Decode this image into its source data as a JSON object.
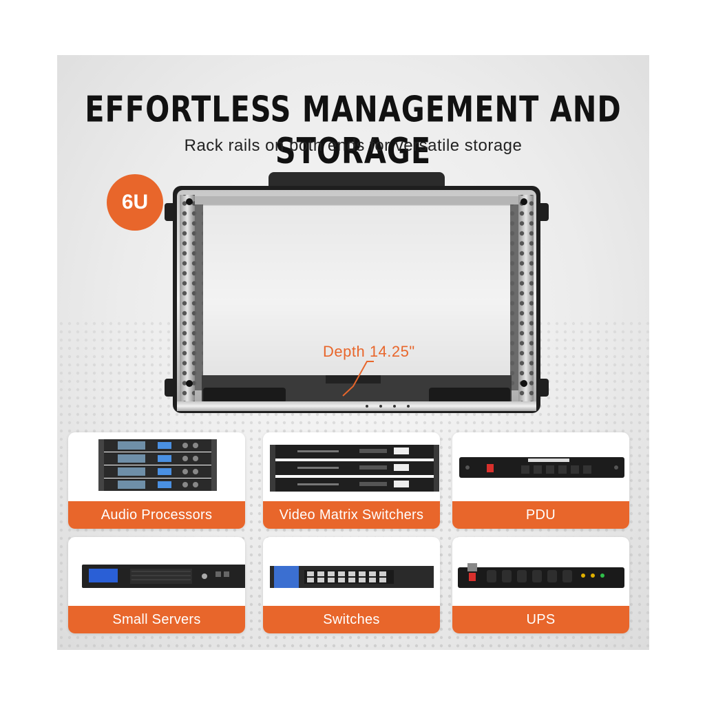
{
  "headline": "EFFORTLESS MANAGEMENT AND STORAGE",
  "subheadline": "Rack rails on both ends for versatile storage",
  "badge": "6U",
  "depth_label": "Depth 14.25\"",
  "device_row1": [
    {
      "label": "Audio Processors",
      "icon": "audio-processor-stack"
    },
    {
      "label": "Video Matrix Switchers",
      "icon": "video-matrix-stack"
    },
    {
      "label": "PDU",
      "icon": "pdu-strip"
    }
  ],
  "device_row2": [
    {
      "label": "Small Servers",
      "icon": "server-1u"
    },
    {
      "label": "Switches",
      "icon": "network-switch"
    },
    {
      "label": "UPS",
      "icon": "ups-strip"
    }
  ],
  "accent_color": "#e8662b"
}
